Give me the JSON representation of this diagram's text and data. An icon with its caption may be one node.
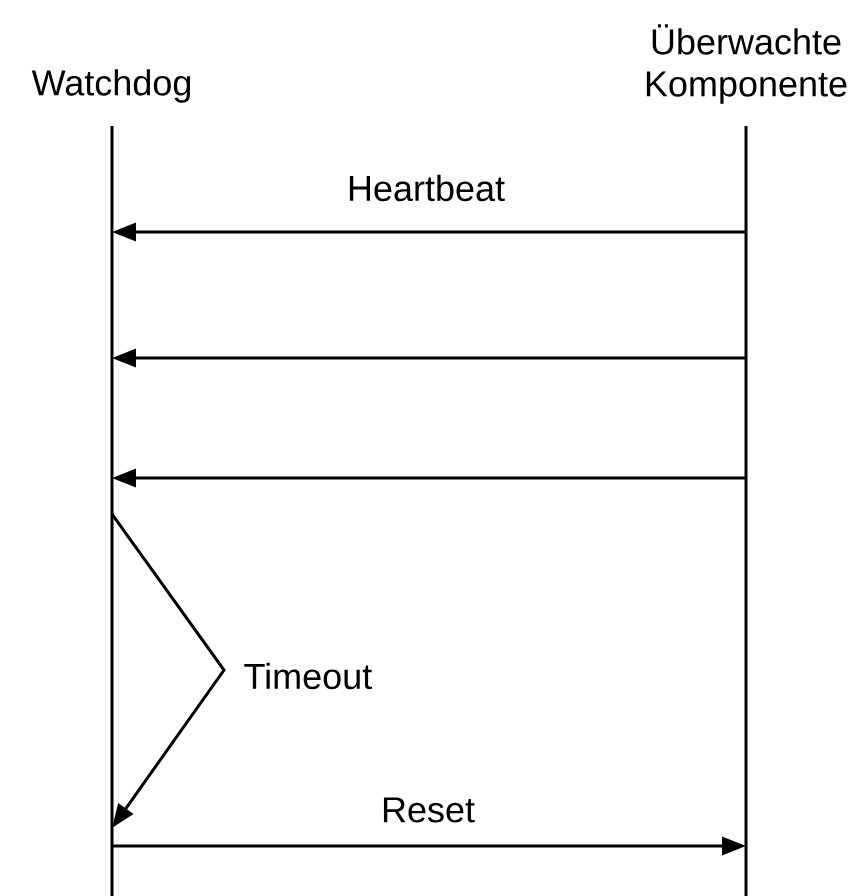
{
  "diagram": {
    "nodes": [
      {
        "text": [
          "Watchdog"
        ]
      },
      {
        "text": [
          "Überwachte Komponente"
        ]
      }
    ],
    "edges": [
      {
        "from": 1,
        "to": 0,
        "arrow": "to",
        "label": "Heartbeat"
      },
      {
        "from": 1,
        "to": 0,
        "arrow": "to"
      },
      {
        "from": 1,
        "to": 0,
        "arrow": "to"
      },
      {
        "from": 0,
        "to": 0,
        "arrow": "to",
        "label": "Timeout"
      },
      {
        "from": 0,
        "to": 1,
        "arrow": "to",
        "label": "Reset"
      }
    ]
  }
}
